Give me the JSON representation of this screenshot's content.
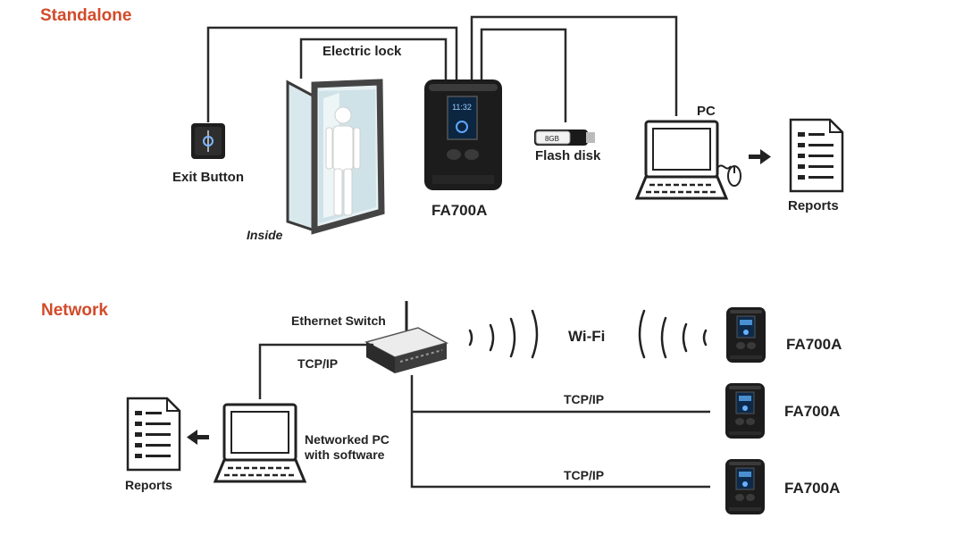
{
  "sections": {
    "standalone": "Standalone",
    "network": "Network"
  },
  "standalone": {
    "electric_lock": "Electric lock",
    "exit_button": "Exit Button",
    "inside": "Inside",
    "device": "FA700A",
    "flash_disk": "Flash disk",
    "pc": "PC",
    "reports": "Reports"
  },
  "network": {
    "ethernet_switch": "Ethernet Switch",
    "tcpip_switch": "TCP/IP",
    "wifi": "Wi-Fi",
    "tcpip_mid": "TCP/IP",
    "tcpip_bottom": "TCP/IP",
    "pc_line1": "Networked PC",
    "pc_line2": "with software",
    "reports": "Reports",
    "device_1": "FA700A",
    "device_2": "FA700A",
    "device_3": "FA700A"
  },
  "icons": {
    "exit_button": "exit-button-icon",
    "door": "door-icon",
    "device": "fa700a-terminal-icon",
    "flash": "usb-flash-drive-icon",
    "pc": "laptop-icon",
    "mouse": "mouse-icon",
    "report": "document-icon",
    "switch": "router-icon",
    "wifi": "wifi-waves-icon"
  },
  "colors": {
    "section_heading": "#d24a2a",
    "wire": "#2a2a2a",
    "device_body": "#1c1c1c"
  }
}
